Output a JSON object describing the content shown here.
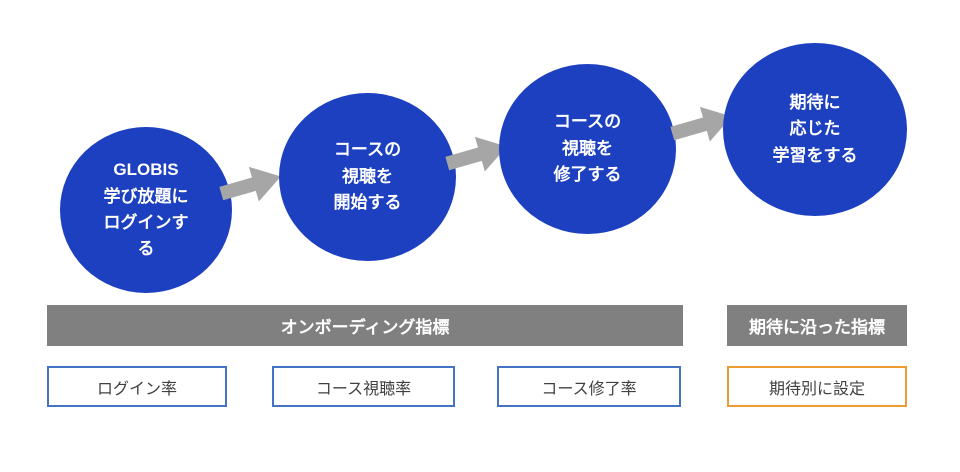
{
  "colors": {
    "circle_fill": "#1d40c0",
    "arrow_gray": "#a6a6a6",
    "bar_background": "#808080",
    "metric_border_blue": "#4472c4",
    "metric_border_orange": "#ed9b33",
    "metric_text": "#404040"
  },
  "steps": [
    {
      "label": "GLOBIS\n学び放題に\nログインす\nる"
    },
    {
      "label": "コースの\n視聴を\n開始する"
    },
    {
      "label": "コースの\n視聴を\n修了する"
    },
    {
      "label": "期待に\n応じた\n学習をする"
    }
  ],
  "bars": [
    {
      "label": "オンボーディング指標"
    },
    {
      "label": "期待に沿った指標"
    }
  ],
  "metrics": [
    {
      "label": "ログイン率"
    },
    {
      "label": "コース視聴率"
    },
    {
      "label": "コース修了率"
    },
    {
      "label": "期待別に設定"
    }
  ]
}
